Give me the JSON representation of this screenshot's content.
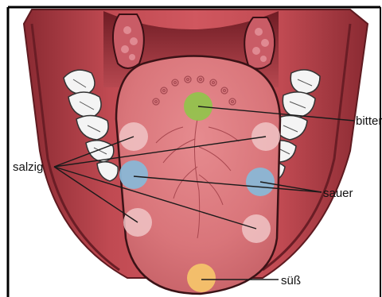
{
  "labels": {
    "bitter": "bitter",
    "salzig": "salzig",
    "sauer": "sauer",
    "suess": "süß"
  },
  "colors": {
    "bitter_zone": "#8fc54a",
    "sauer_zone": "#8ab7d6",
    "suess_zone": "#f4c36a",
    "salzig_zone": "#f0c4c6",
    "tongue": "#d9757a",
    "mouth_outer": "#b0434b",
    "mouth_inner": "#8f2b33",
    "teeth": "#f4f4f4"
  }
}
